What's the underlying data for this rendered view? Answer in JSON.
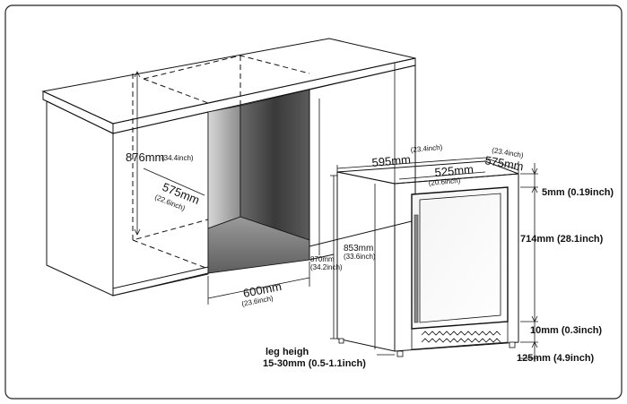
{
  "cabinet_labels": {
    "height_mm": "876mm",
    "height_in": "(34.4inch)",
    "depth_mm": "575mm",
    "depth_in": "(22.6inch)",
    "opening_width_mm": "600mm",
    "opening_width_in": "(23.6inch)",
    "opening_height_mm": "870mm",
    "opening_height_in": "(34.2inch)"
  },
  "unit_labels": {
    "width_mm": "595mm",
    "width_in": "(23.4inch)",
    "inner_width_mm": "525mm",
    "inner_width_in": "(20.6inch)",
    "depth_mm": "575mm",
    "depth_in": "(23.4inch)",
    "height_mm": "853mm",
    "height_in": "(33.6inch)",
    "top_gap": "5mm (0.19inch)",
    "door_height": "714mm (28.1inch)",
    "bottom_gap": "10mm (0.3inch)",
    "base_height": "125mm (4.9inch)",
    "leg_label": "leg heigh",
    "leg_range": "15-30mm (0.5-1.1inch)"
  }
}
